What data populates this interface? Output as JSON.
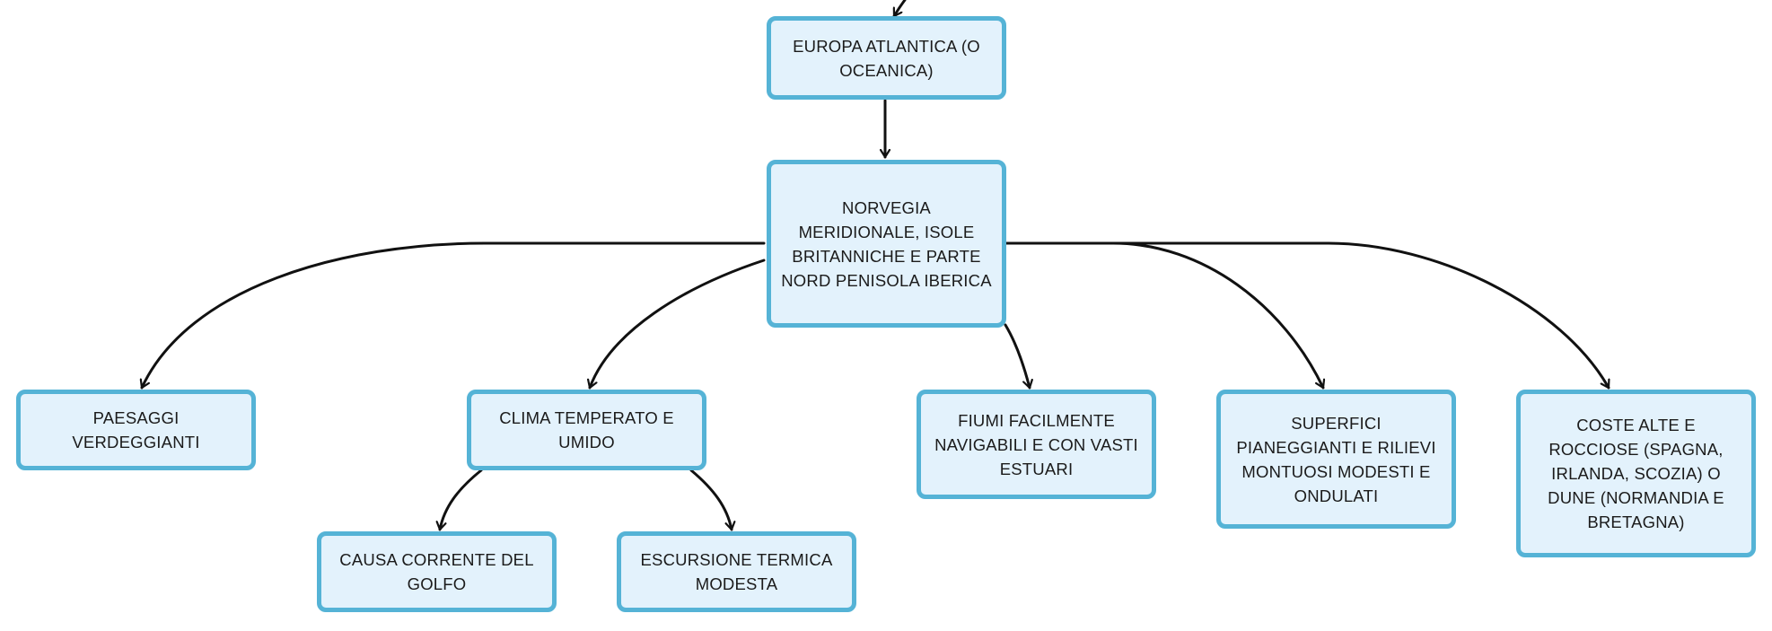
{
  "diagram": {
    "colors": {
      "node_fill": "#e3f2fc",
      "node_border": "#55b3d6",
      "connector": "#111111",
      "text": "#1b1b1b"
    },
    "nodes": {
      "europa": "EUROPA ATLANTICA (O OCEANICA)",
      "norvegia": "NORVEGIA MERIDIONALE, ISOLE BRITANNICHE E PARTE NORD PENISOLA IBERICA",
      "paesaggi": "PAESAGGI VERDEGGIANTI",
      "clima": "CLIMA TEMPERATO E UMIDO",
      "fiumi": "FIUMI FACILMENTE NAVIGABILI E CON VASTI ESTUARI",
      "superfici": "SUPERFICI PIANEGGIANTI E RILIEVI MONTUOSI MODESTI E ONDULATI",
      "coste": "COSTE ALTE E ROCCIOSE (SPAGNA, IRLANDA, SCOZIA) O DUNE (NORMANDIA E BRETAGNA)",
      "corrente": "CAUSA CORRENTE DEL GOLFO",
      "escursione": "ESCURSIONE TERMICA MODESTA"
    }
  }
}
